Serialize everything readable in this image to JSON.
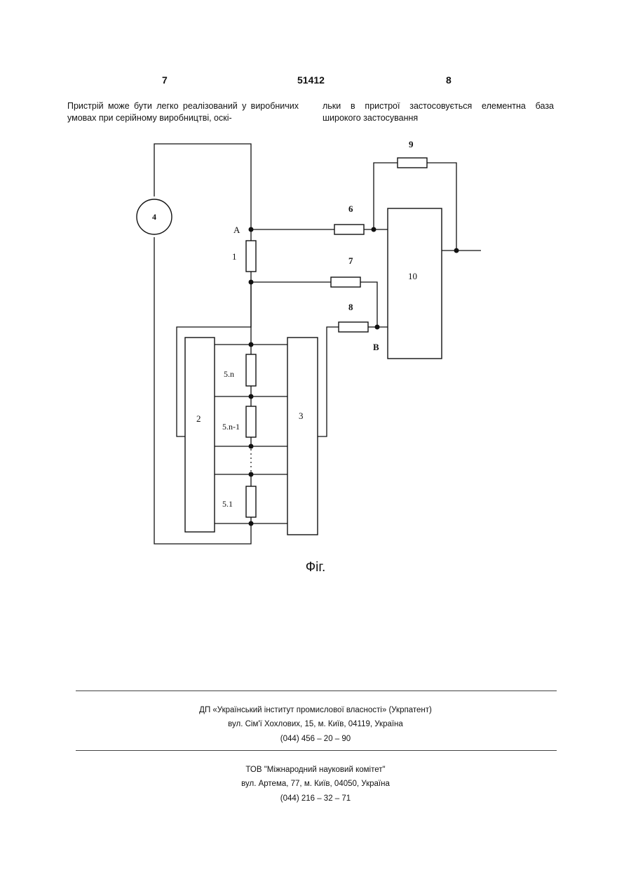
{
  "header": {
    "page_left": "7",
    "patent_number": "51412",
    "page_right": "8"
  },
  "body_text": {
    "left_column": "Пристрій може бути легко реалізований у виробничих умовах при серійному виробництві, оскі-",
    "right_column": "льки в пристрої застосовується елементна база широкого застосування"
  },
  "figure": {
    "caption": "Фіг.",
    "labels": {
      "block_4": "4",
      "node_a": "A",
      "resistor_1": "1",
      "resistor_6": "6",
      "resistor_7": "7",
      "resistor_8": "8",
      "resistor_9": "9",
      "block_10": "10",
      "node_b": "B",
      "block_2": "2",
      "block_3": "3",
      "resistor_5n": "5.n",
      "resistor_5n1": "5.n-1",
      "resistor_51": "5.1"
    }
  },
  "footer": {
    "org1_name": "ДП «Український інститут промислової власності» (Укрпатент)",
    "org1_address": "вул. Сім'ї Хохлових, 15, м. Київ, 04119, Україна",
    "org1_phone": "(044) 456 – 20 – 90",
    "org2_name": "ТОВ \"Міжнародний науковий комітет\"",
    "org2_address": "вул. Артема, 77, м. Київ, 04050, Україна",
    "org2_phone": "(044) 216 – 32 – 71"
  }
}
